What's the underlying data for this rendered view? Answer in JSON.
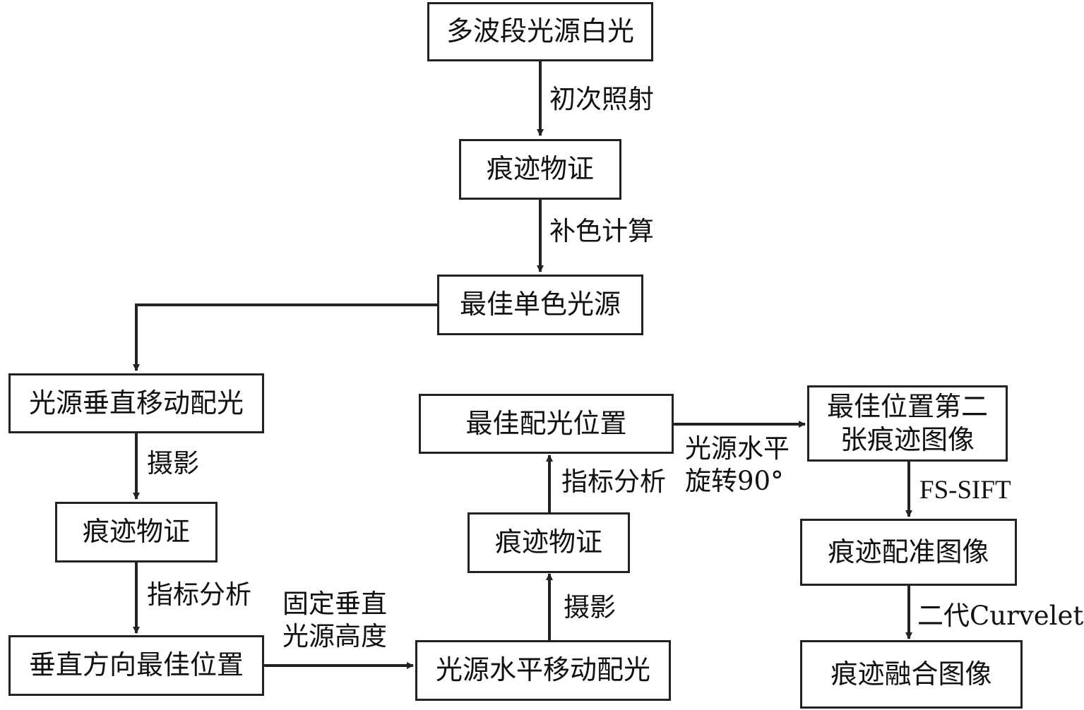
{
  "nodes": {
    "white_light": "多波段光源白光",
    "trace_evidence_top": "痕迹物证",
    "best_mono_light": "最佳单色光源",
    "vertical_move": "光源垂直移动配光",
    "trace_evidence_left": "痕迹物证",
    "vertical_best": "垂直方向最佳位置",
    "horizontal_move": "光源水平移动配光",
    "trace_evidence_mid": "痕迹物证",
    "best_light_position": "最佳配光位置",
    "second_trace_image": "最佳位置第二张痕迹图像",
    "registered_image": "痕迹配准图像",
    "fused_image": "痕迹融合图像"
  },
  "edges": {
    "initial_irradiation": "初次照射",
    "complementary_calc": "补色计算",
    "photograph_left": "摄影",
    "index_analysis_left": "指标分析",
    "fix_vertical_height": "固定垂直\n光源高度",
    "photograph_mid": "摄影",
    "index_analysis_mid": "指标分析",
    "horizontal_rotate": "光源水平\n旋转90°",
    "fs_sift": "FS-SIFT",
    "curvelet": "二代Curvelet"
  },
  "colors": {
    "line": "#222222",
    "text": "#111111",
    "background": "#ffffff"
  }
}
